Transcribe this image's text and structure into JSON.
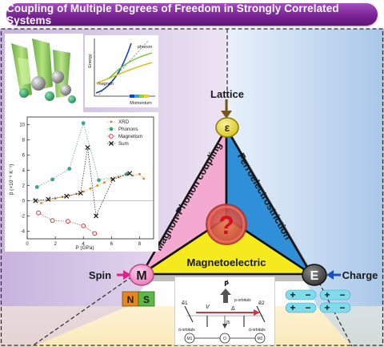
{
  "title": "Coupling of Multiple Degrees of Freedom in Strongly Correlated Systems",
  "nodes": {
    "lattice": {
      "label": "Lattice",
      "symbol": "ε"
    },
    "spin": {
      "label": "Spin",
      "symbol": "M"
    },
    "charge": {
      "label": "Charge",
      "symbol": "E"
    }
  },
  "triangle": {
    "left_edge": "Magnon-Phonon coupling",
    "right_edge": "Ferroelectrostriction",
    "bottom_edge": "Magnetoelectric",
    "center_symbol": "?"
  },
  "colors": {
    "left_face": "#f3a9d0",
    "right_face": "#2f8fd8",
    "bottom_face": "#f4ea1e",
    "title_bar": "#7a2396",
    "lattice_node": "#e3d21e",
    "spin_node": "#f28bc6",
    "charge_node": "#474747"
  },
  "magnet": {
    "north": "N",
    "south": "S"
  },
  "dispersion_inset": {
    "ylabel": "Energy",
    "xlabel": "Momentum",
    "phonon_label": "phonon",
    "magnon_label": "magnon"
  },
  "chart_data": {
    "type": "scatter",
    "title": "",
    "xlabel": "P (GPa)",
    "ylabel": "β (×10⁻⁶ K⁻¹)",
    "xlim": [
      0,
      9
    ],
    "ylim": [
      -5,
      11
    ],
    "xticks": [
      0,
      2,
      4,
      6,
      8
    ],
    "yticks": [
      -4,
      -2,
      0,
      2,
      4,
      6,
      8,
      10
    ],
    "legend": {
      "position": "top-right"
    },
    "series": [
      {
        "name": "XRD",
        "marker": "dot",
        "color": "#d9822b",
        "x": [
          0.5,
          1.0,
          1.5,
          2.0,
          2.5,
          3.0,
          3.5,
          4.0,
          4.5,
          5.0,
          5.5,
          6.0,
          6.5,
          7.0,
          7.5,
          8.0,
          8.3
        ],
        "y": [
          0.2,
          -0.3,
          0.1,
          0.3,
          0.5,
          0.7,
          0.9,
          1.2,
          1.6,
          2.0,
          2.4,
          2.9,
          3.1,
          3.5,
          3.3,
          3.5,
          2.9
        ]
      },
      {
        "name": "Phonons",
        "marker": "filled-circle",
        "color": "#3fa37c",
        "x": [
          0.7,
          1.8,
          3.0,
          4.0,
          5.1,
          7.1
        ],
        "y": [
          1.8,
          2.8,
          4.2,
          10.2,
          2.7,
          3.5
        ]
      },
      {
        "name": "Magnetism",
        "marker": "open-circle",
        "color": "#d8333a",
        "x": [
          0.8,
          1.8,
          2.9,
          4.0,
          4.8
        ],
        "y": [
          -1.6,
          -2.6,
          -2.7,
          -3.3,
          -4.3
        ]
      },
      {
        "name": "Sum",
        "marker": "x",
        "color": "#1a1a1a",
        "x": [
          0.6,
          1.5,
          2.8,
          3.8,
          4.3,
          4.9,
          6.1,
          7.3
        ],
        "y": [
          0.0,
          0.2,
          0.6,
          1.0,
          7.0,
          -2.0,
          2.8,
          3.6
        ]
      }
    ]
  },
  "orbital_inset": {
    "p_orbitals": "p-orbitals",
    "d_orbitals_left": "d-orbitals",
    "d_orbitals_right": "d-orbitals",
    "sites": [
      "M1",
      "O",
      "M2"
    ],
    "polarization": "P⃗",
    "delta": "Δ",
    "hopping": "V",
    "current": "j⃗s",
    "spin_left": "e⃗1",
    "spin_right": "e⃗2"
  },
  "charge_pairs": [
    {
      "plus": "+",
      "minus": "−"
    },
    {
      "plus": "+",
      "minus": "−"
    },
    {
      "plus": "+",
      "minus": "−"
    },
    {
      "plus": "+",
      "minus": "−"
    }
  ]
}
